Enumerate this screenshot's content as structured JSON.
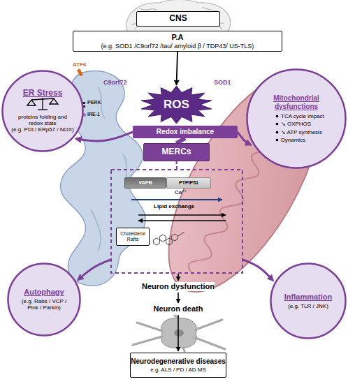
{
  "diagram": {
    "nodes": [
      {
        "text": [
          "CNS"
        ]
      },
      {
        "text": [
          "P.A",
          "(e.g. SOD1 /C9orf72 /tau/ amyloid β / TDP43/ US-TLS)"
        ]
      },
      {
        "text": [
          "ER Stress",
          "proteins folding and redox state",
          "(e.g. PDI / ERp57 / NOX)"
        ]
      },
      {
        "text": [
          "ROS"
        ]
      },
      {
        "text": [
          "Redox imbalance"
        ]
      },
      {
        "text": [
          "Mitochondrial dysfunctions",
          "TCA cycle impact",
          "↘ OXPHOS",
          "↘ ATP synthesis",
          "Dynamics"
        ]
      },
      {
        "text": [
          "MERCs"
        ]
      },
      {
        "text": [
          "Ca²⁺",
          "Lipid exchange"
        ]
      },
      {
        "text": [
          "VAPB"
        ],
        "in": 7
      },
      {
        "text": [
          "PTPIP51"
        ],
        "in": 7
      },
      {
        "text": [
          "Cholesterol Rafts"
        ],
        "in": 7
      },
      {
        "text": [
          "Autophagy",
          "(e.g. Rabs / VCP / Pink / Parkin)"
        ]
      },
      {
        "text": [
          "Inflammation",
          "(e.g. TLR / JNK)"
        ]
      },
      {
        "text": [
          "Neurodegenerative diseases",
          "e.g. ALS / PD / AD MS"
        ]
      }
    ],
    "edges": [
      {
        "from": 1,
        "to": 3,
        "arrow": "to"
      },
      {
        "from": 4,
        "to": 2,
        "arrow": "to"
      },
      {
        "from": 4,
        "to": 5,
        "arrow": "to"
      },
      {
        "from": 4,
        "to": 6,
        "arrow": "none"
      },
      {
        "from": 6,
        "to": 7,
        "arrow": "none"
      },
      {
        "from": 7,
        "to": 11,
        "arrow": "to"
      },
      {
        "from": 7,
        "to": 12,
        "arrow": "to"
      }
    ],
    "labels": [
      "ATF6",
      "PERK",
      "IRE-1",
      "C9orf72",
      "SOD1",
      "Neuron dysfunction",
      "Neuron death"
    ]
  }
}
